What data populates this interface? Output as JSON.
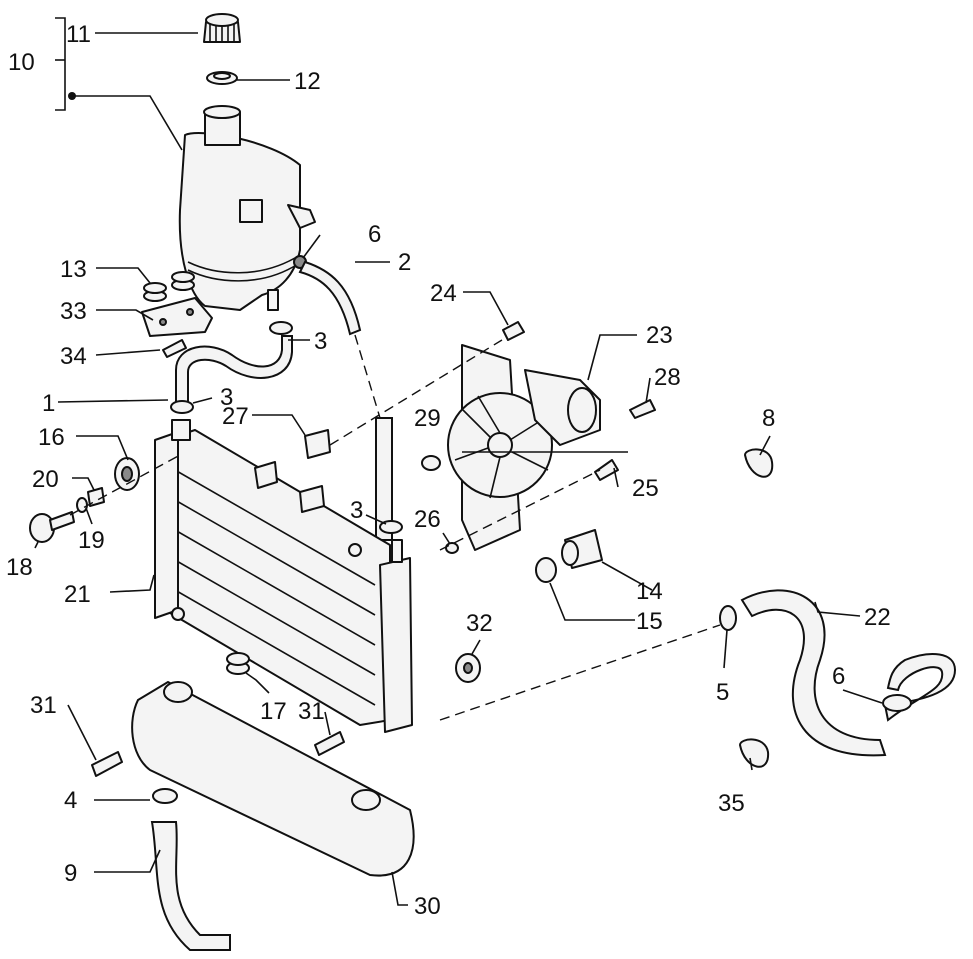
{
  "callouts": {
    "c1": "1",
    "c2": "2",
    "c3a": "3",
    "c3b": "3",
    "c3c": "3",
    "c4": "4",
    "c5": "5",
    "c6a": "6",
    "c6b": "6",
    "c8": "8",
    "c9": "9",
    "c10": "10",
    "c11": "11",
    "c12": "12",
    "c13": "13",
    "c14": "14",
    "c15": "15",
    "c16": "16",
    "c17": "17",
    "c18": "18",
    "c19": "19",
    "c20": "20",
    "c21": "21",
    "c22": "22",
    "c23": "23",
    "c24": "24",
    "c25": "25",
    "c26": "26",
    "c27": "27",
    "c28": "28",
    "c29": "29",
    "c30": "30",
    "c31a": "31",
    "c31b": "31",
    "c32": "32",
    "c33": "33",
    "c34": "34",
    "c35": "35"
  }
}
